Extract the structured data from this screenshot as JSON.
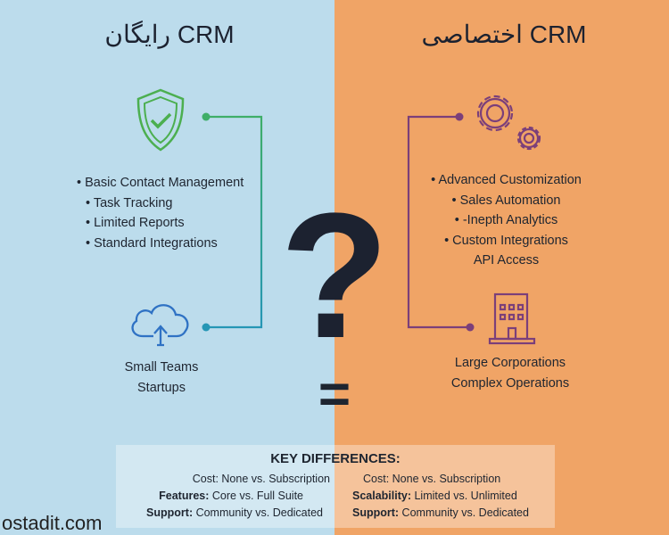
{
  "left": {
    "title": "CRM رایگان",
    "features": [
      "Basic Contact Management",
      "Task Tracking",
      "Limited Reports",
      "Standard Integrations"
    ],
    "audience": [
      "Small Teams",
      "Startups"
    ],
    "color": "#4caf50"
  },
  "right": {
    "title": "CRM اختصاصی",
    "features": [
      "Advanced Customization",
      "Sales Automation",
      "-Inepth Analytics",
      "Custom Integrations",
      "API Access"
    ],
    "audience": [
      "Large Corporations",
      "Complex Operations"
    ],
    "color": "#7b3f7a"
  },
  "center": {
    "question": "?",
    "equals": "="
  },
  "key": {
    "title": "KEY DIFFERENCES:",
    "left": [
      {
        "label": "",
        "text": "Cost: None vs. Subscription"
      },
      {
        "label": "Features:",
        "text": " Core vs. Full Suite"
      },
      {
        "label": "Support:",
        "text": " Community vs. Dedicated"
      }
    ],
    "right": [
      {
        "label": "",
        "text": "Cost: None vs. Subscription"
      },
      {
        "label": "Scalability:",
        "text": " Limited vs. Unlimited"
      },
      {
        "label": "Support:",
        "text": " Community vs. Dedicated"
      }
    ]
  },
  "watermark": "ostadit.com"
}
